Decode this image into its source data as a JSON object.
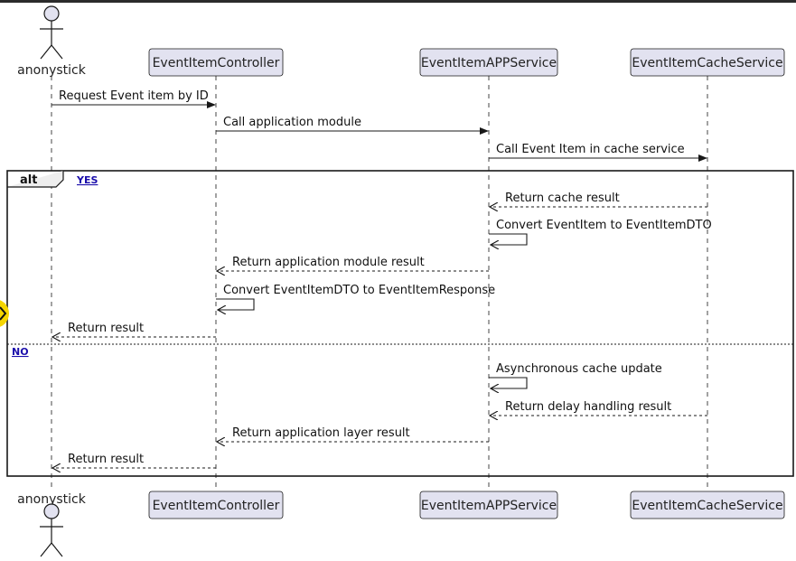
{
  "participants": [
    {
      "id": "user",
      "label": "anonystick",
      "kind": "actor"
    },
    {
      "id": "ctrl",
      "label": "EventItemController",
      "kind": "box"
    },
    {
      "id": "app",
      "label": "EventItemAPPService",
      "kind": "box"
    },
    {
      "id": "cache",
      "label": "EventItemCacheService",
      "kind": "box"
    }
  ],
  "messages": [
    {
      "from": "user",
      "to": "ctrl",
      "label": "Request Event item by ID",
      "style": "solid"
    },
    {
      "from": "ctrl",
      "to": "app",
      "label": "Call application module",
      "style": "solid"
    },
    {
      "from": "app",
      "to": "cache",
      "label": "Call Event Item in cache service",
      "style": "solid"
    },
    {
      "from": "cache",
      "to": "app",
      "label": "Return cache result",
      "style": "dashed"
    },
    {
      "from": "app",
      "to": "app",
      "label": "Convert EventItem to EventItemDTO",
      "style": "self"
    },
    {
      "from": "app",
      "to": "ctrl",
      "label": "Return application module result",
      "style": "dashed"
    },
    {
      "from": "ctrl",
      "to": "ctrl",
      "label": "Convert EventItemDTO to EventItemResponse",
      "style": "self"
    },
    {
      "from": "ctrl",
      "to": "user",
      "label": "Return result",
      "style": "dashed"
    },
    {
      "from": "app",
      "to": "app",
      "label": "Asynchronous cache update",
      "style": "self"
    },
    {
      "from": "cache",
      "to": "app",
      "label": "Return delay handling result",
      "style": "dashed"
    },
    {
      "from": "app",
      "to": "ctrl",
      "label": "Return application layer result",
      "style": "dashed"
    },
    {
      "from": "ctrl",
      "to": "user",
      "label": "Return result",
      "style": "dashed"
    }
  ],
  "alt_fragment": {
    "keyword": "alt",
    "guards": [
      "YES",
      "NO"
    ]
  },
  "colors": {
    "participant_fill": "#e2e2f0",
    "participant_border": "#181818",
    "line": "#181818",
    "guard_link": "#1a0dab",
    "side_marker": "#f5d500"
  },
  "icons": {
    "actor": "stick-figure-icon",
    "side_marker": "chevron-right-icon"
  }
}
